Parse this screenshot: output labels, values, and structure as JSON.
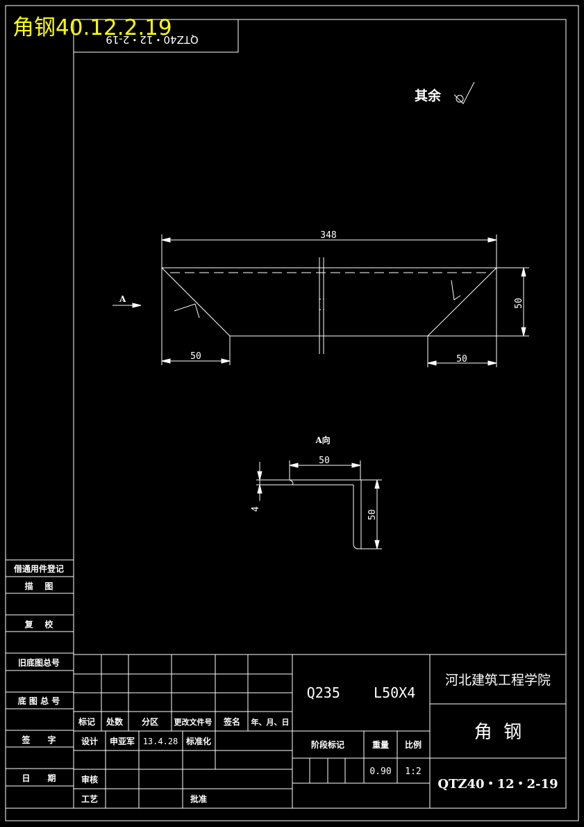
{
  "overlay_title": "角钢40.12.2.19",
  "mirrored_code": "QTZ40・12・2-19",
  "roughness_note": "其余",
  "dims": {
    "overall_length": "348",
    "height_right": "50",
    "left_chamfer": "50",
    "right_chamfer": "50",
    "view_marker": "A",
    "view_a_title": "A向",
    "view_a_width": "50",
    "view_a_thickness": "4",
    "view_a_height": "50"
  },
  "left_strip": {
    "borrow_register": "借通用件登记",
    "trace": "描    图",
    "check": "复    校",
    "old_base": "旧底图总号",
    "base_total": "底 图 总 号",
    "sign": "签      字",
    "date": "日      期"
  },
  "title_block": {
    "h_mark": "标记",
    "h_count": "处数",
    "h_zone": "分区",
    "h_doc": "更改文件号",
    "h_sign": "签名",
    "h_date": "年、月、日",
    "design": "设计",
    "designer": "申亚军",
    "design_date": "13.4.28",
    "standardize": "标准化",
    "review": "审核",
    "process": "工艺",
    "approve": "批准",
    "material": "Q235    L50X4",
    "stage_mark": "阶段标记",
    "weight_label": "重量",
    "scale_label": "比例",
    "weight": "0.90",
    "scale": "1:2",
    "school": "河北建筑工程学院",
    "part_name": "角  钢",
    "drawing_no": "QTZ40・12・2-19"
  }
}
